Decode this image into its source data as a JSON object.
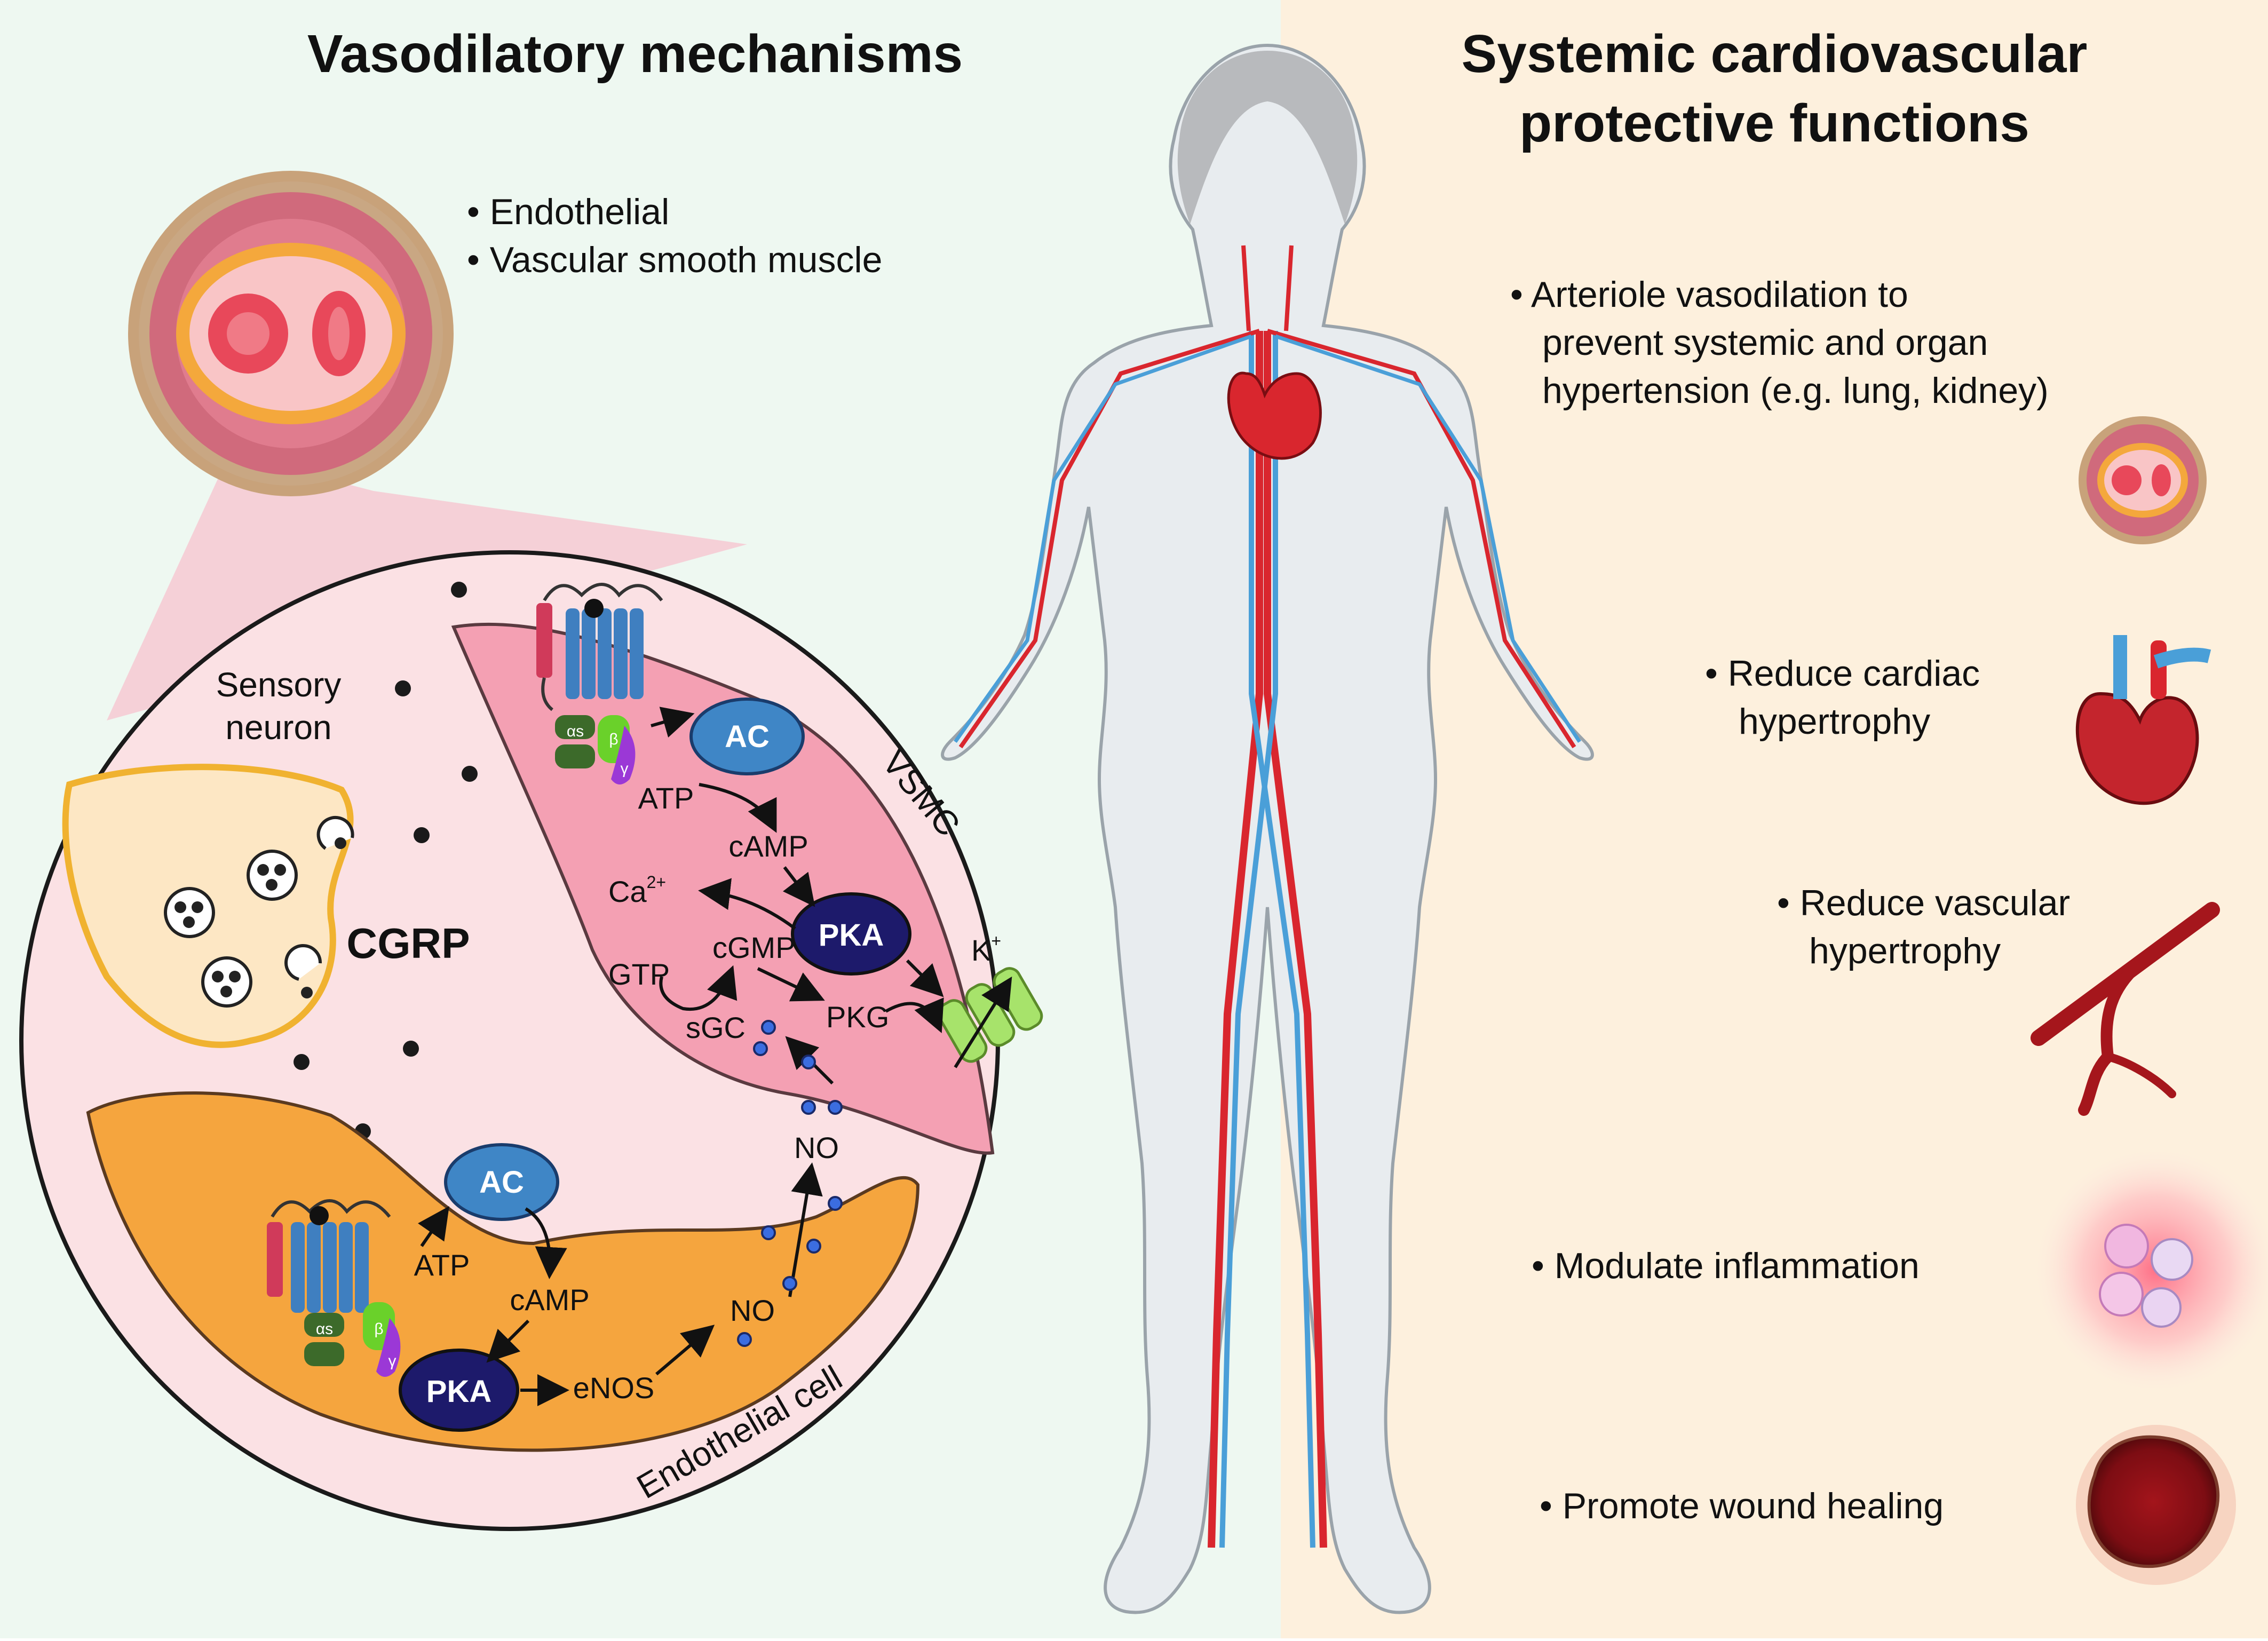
{
  "left_panel": {
    "title": "Vasodilatory mechanisms",
    "bullets": [
      "• Endothelial",
      "• Vascular smooth muscle"
    ],
    "sensory_neuron": [
      "Sensory",
      "neuron"
    ],
    "cgrp": "CGRP",
    "vsmc": {
      "cell_label": "VSMC",
      "ac": "AC",
      "atp": "ATP",
      "camp": "cAMP",
      "pka": "PKA",
      "ca": "Ca",
      "ca_sup": "2+",
      "gtp": "GTP",
      "cgmp": "cGMP",
      "sgc": "sGC",
      "pkg": "PKG",
      "k": "K",
      "k_sup": "+",
      "no": "NO",
      "alpha": "αs",
      "beta": "β",
      "gamma": "γ"
    },
    "endothelial": {
      "cell_label": "Endothelial cell",
      "ac": "AC",
      "atp": "ATP",
      "camp": "cAMP",
      "pka": "PKA",
      "enos": "eNOS",
      "no": "NO",
      "alpha": "αs",
      "beta": "β",
      "gamma": "γ"
    }
  },
  "right_panel": {
    "title_lines": [
      "Systemic cardiovascular",
      "protective functions"
    ],
    "items": [
      {
        "lines": [
          "• Arteriole vasodilation to",
          "prevent systemic and organ",
          "hypertension (e.g. lung, kidney)"
        ],
        "icon": "vessel-cross-section-icon"
      },
      {
        "lines": [
          "• Reduce cardiac",
          "hypertrophy"
        ],
        "icon": "heart-icon"
      },
      {
        "lines": [
          "• Reduce vascular",
          "hypertrophy"
        ],
        "icon": "blood-vessel-branch-icon"
      },
      {
        "lines": [
          "• Modulate inflammation"
        ],
        "icon": "inflammation-cells-icon"
      },
      {
        "lines": [
          "• Promote wound healing"
        ],
        "icon": "wound-icon"
      }
    ]
  },
  "colors": {
    "left_bg": "#eef8f1",
    "right_bg": "#fdf0dd",
    "zoom_bg": "#fbe1e4",
    "vsmc": "#f4a0b3",
    "endothelial": "#f5a53e",
    "neuron": "#fde7c4",
    "pill_ac": "#3f86c6",
    "pill_pka": "#1d1a6b",
    "artery": "#d9262e",
    "vein": "#4a9fd8"
  }
}
